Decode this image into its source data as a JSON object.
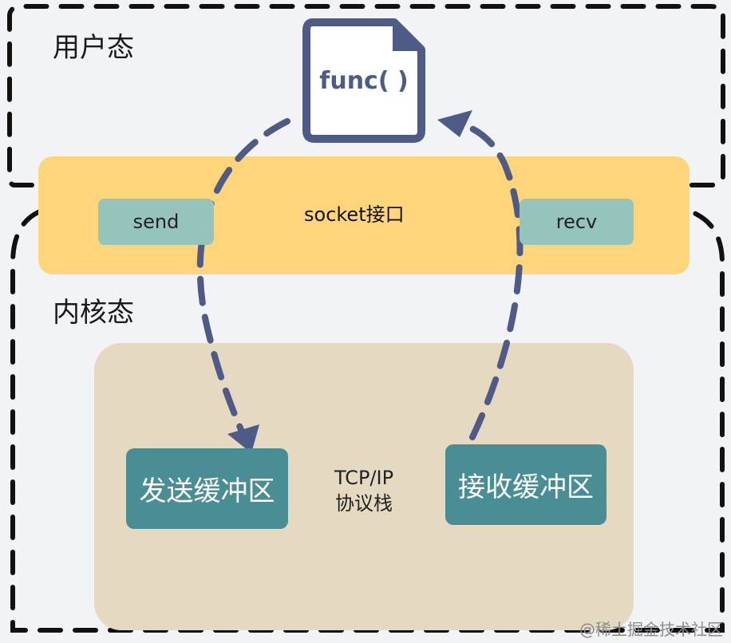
{
  "labels": {
    "user_space": "用户态",
    "kernel_space": "内核态",
    "function": "func( )",
    "socket_interface": "socket接口",
    "send": "send",
    "recv": "recv",
    "send_buffer": "发送缓冲区",
    "receive_buffer": "接收缓冲区",
    "protocol_stack_line1": "TCP/IP",
    "protocol_stack_line2": "协议栈",
    "watermark": "@稀土掘金技术社区"
  },
  "colors": {
    "background": "#f1f3f6",
    "socket_band": "#fed57a",
    "method_box": "#94c4bb",
    "kernel_panel": "#e6d9c2",
    "buffer_box": "#4a8e95",
    "arrow": "#4e5b86",
    "border": "#111111"
  },
  "icons": {
    "function_icon": "document-icon"
  }
}
